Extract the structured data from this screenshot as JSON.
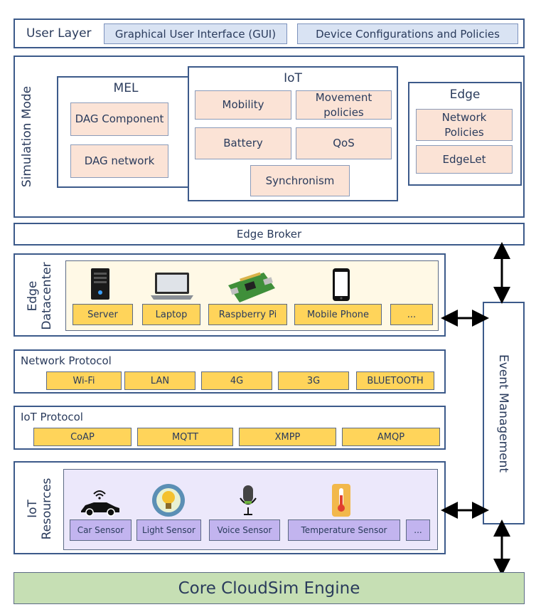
{
  "user_layer": {
    "title": "User Layer",
    "items": [
      "Graphical User Interface (GUI)",
      "Device Configurations and Policies"
    ]
  },
  "simulation_mode": {
    "title": "Simulation Mode",
    "mel": {
      "title": "MEL",
      "items": [
        "DAG Component",
        "DAG network"
      ]
    },
    "iot": {
      "title": "IoT",
      "items": [
        "Mobility",
        "Movement policies",
        "Battery",
        "QoS",
        "Synchronism"
      ]
    },
    "edge": {
      "title": "Edge",
      "items": [
        "Network Policies",
        "EdgeLet"
      ]
    }
  },
  "edge_broker": {
    "title": "Edge Broker"
  },
  "edge_datacenter": {
    "title_line1": "Edge",
    "title_line2": "Datacenter",
    "devices": [
      "Server",
      "Laptop",
      "Raspberry Pi",
      "Mobile Phone",
      "..."
    ],
    "icons": [
      "server-icon",
      "laptop-icon",
      "raspberry-pi-icon",
      "mobile-phone-icon"
    ]
  },
  "network_protocol": {
    "title": "Network Protocol",
    "items": [
      "Wi-Fi",
      "LAN",
      "4G",
      "3G",
      "BLUETOOTH"
    ]
  },
  "iot_protocol": {
    "title": "IoT Protocol",
    "items": [
      "CoAP",
      "MQTT",
      "XMPP",
      "AMQP"
    ]
  },
  "iot_resources": {
    "title_line1": "IoT",
    "title_line2": "Resources",
    "sensors": [
      "Car Sensor",
      "Light Sensor",
      "Voice Sensor",
      "Temperature Sensor",
      "..."
    ],
    "icons": [
      "car-icon",
      "light-bulb-icon",
      "microphone-icon",
      "thermometer-icon"
    ]
  },
  "event_management": {
    "title": "Event Management"
  },
  "core_engine": {
    "title": "Core CloudSim Engine"
  },
  "colors": {
    "border": "#3c5a8a",
    "blue_box": "#d9e3f3",
    "peach_box": "#fbe3d6",
    "yellow_box": "#ffd45a",
    "purple_box": "#c2b4ef",
    "datacenter_bg": "#fff9e6",
    "resources_bg": "#ece8fb",
    "core_bg": "#c6dfb4"
  }
}
